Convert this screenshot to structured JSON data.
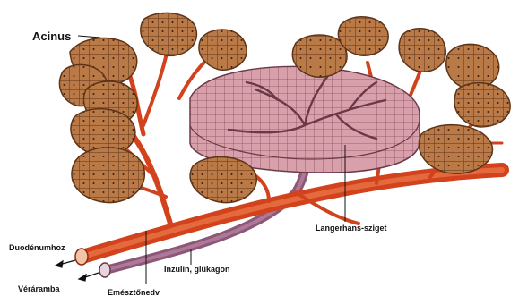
{
  "labels": {
    "acinus": "Acinus",
    "langerhans": "Langerhans-sziget",
    "duodenum": "Duodénumhoz",
    "hormones": "Inzulin, glükagon",
    "bloodstream": "Véráramba",
    "digestive_juice": "Emésztőnedv"
  },
  "colors": {
    "acinus_fill": "#b97a48",
    "acinus_dark": "#6e3c1c",
    "islet_fill": "#d59aa6",
    "islet_line": "#6b3848",
    "duct": "#d2431d",
    "blood_vessel": "#8c5878"
  }
}
